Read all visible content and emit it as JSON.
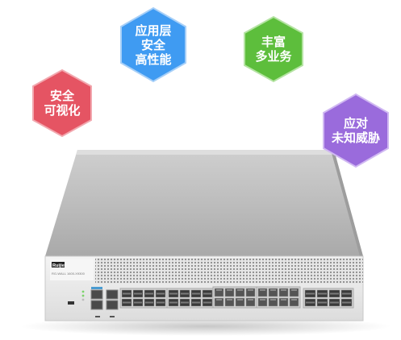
{
  "badges": {
    "security_visual": {
      "lines": [
        "安全",
        "可视化"
      ],
      "color": "#e55463"
    },
    "app_layer": {
      "lines": [
        "应用层",
        "安全",
        "高性能"
      ],
      "color": "#3f9bf2"
    },
    "rich_service": {
      "lines": [
        "丰富",
        "多业务"
      ],
      "color": "#5dbe3c"
    },
    "unknown_threat": {
      "lines": [
        "应对",
        "未知威胁"
      ],
      "color": "#9a6bdc"
    }
  },
  "device": {
    "brand": "Ruijie",
    "model_text": "RG-WALL 1600-X9300"
  }
}
